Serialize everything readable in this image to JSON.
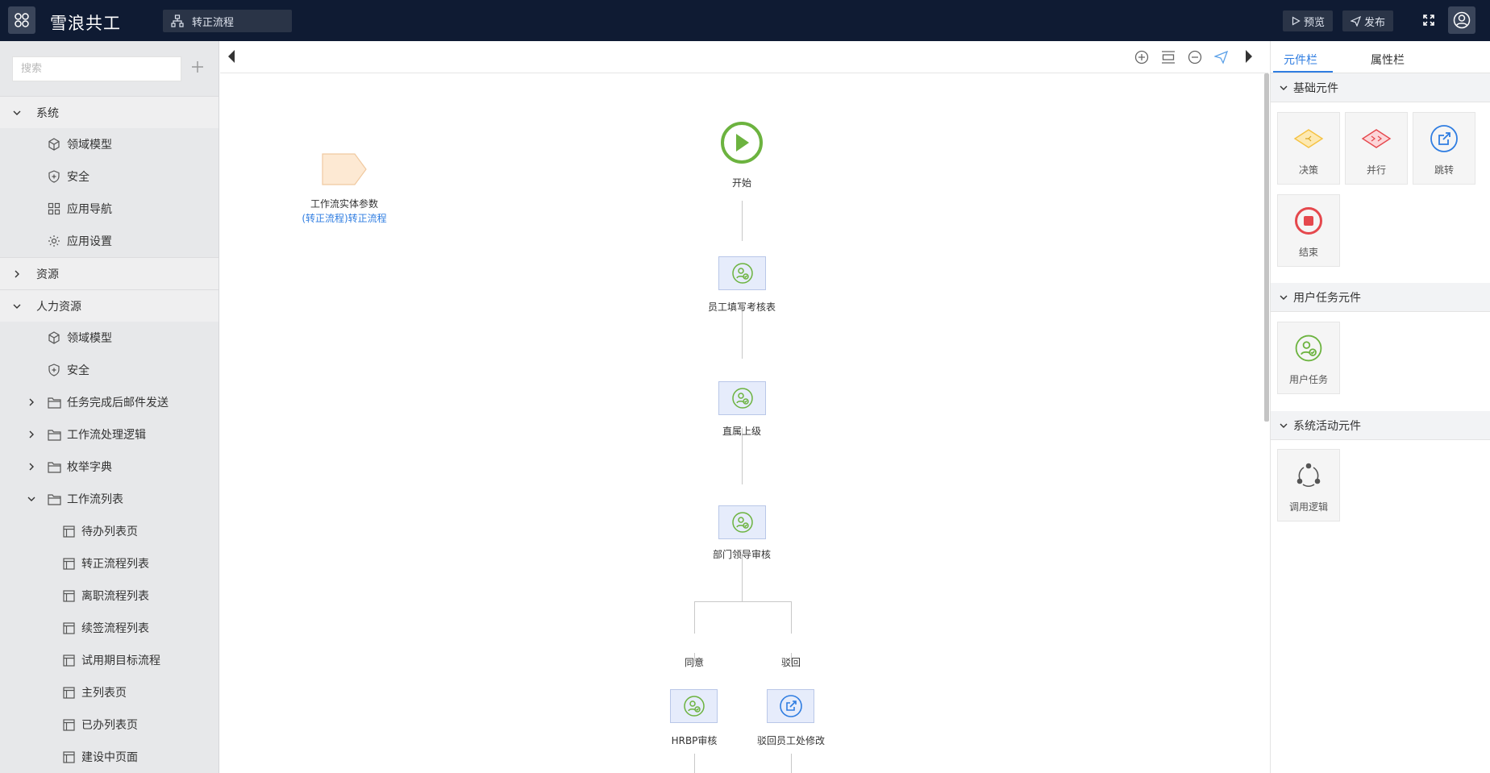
{
  "app": {
    "brand": "雪浪共工",
    "breadcrumb": "转正流程"
  },
  "header": {
    "preview_label": "预览",
    "publish_label": "发布"
  },
  "search": {
    "placeholder": "搜索"
  },
  "tree": [
    {
      "label": "系统",
      "level": 0,
      "expanded": true,
      "icon": "chevron-down"
    },
    {
      "label": "领域模型",
      "level": 1,
      "icon": "cube-icon"
    },
    {
      "label": "安全",
      "level": 1,
      "icon": "shield-plus-icon"
    },
    {
      "label": "应用导航",
      "level": 1,
      "icon": "grid-icon"
    },
    {
      "label": "应用设置",
      "level": 1,
      "icon": "gear-icon"
    },
    {
      "label": "资源",
      "level": 0,
      "expanded": false,
      "icon": "chevron-right"
    },
    {
      "label": "人力资源",
      "level": 0,
      "expanded": true,
      "icon": "chevron-down"
    },
    {
      "label": "领域模型",
      "level": 1,
      "icon": "cube-icon"
    },
    {
      "label": "安全",
      "level": 1,
      "icon": "shield-plus-icon"
    },
    {
      "label": "任务完成后邮件发送",
      "level": 1,
      "icon": "folder-icon",
      "collapsible": "closed"
    },
    {
      "label": "工作流处理逻辑",
      "level": 1,
      "icon": "folder-icon",
      "collapsible": "closed"
    },
    {
      "label": "枚举字典",
      "level": 1,
      "icon": "folder-icon",
      "collapsible": "closed"
    },
    {
      "label": "工作流列表",
      "level": 1,
      "icon": "folder-icon",
      "collapsible": "open"
    },
    {
      "label": "待办列表页",
      "level": 2,
      "icon": "table-icon"
    },
    {
      "label": "转正流程列表",
      "level": 2,
      "icon": "table-icon"
    },
    {
      "label": "离职流程列表",
      "level": 2,
      "icon": "table-icon"
    },
    {
      "label": "续签流程列表",
      "level": 2,
      "icon": "table-icon"
    },
    {
      "label": "试用期目标流程",
      "level": 2,
      "icon": "table-icon"
    },
    {
      "label": "主列表页",
      "level": 2,
      "icon": "table-icon"
    },
    {
      "label": "已办列表页",
      "level": 2,
      "icon": "table-icon"
    },
    {
      "label": "建设中页面",
      "level": 2,
      "icon": "table-icon"
    }
  ],
  "flow": {
    "entity_params": {
      "title": "工作流实体参数",
      "link": "(转正流程)转正流程"
    },
    "start": "开始",
    "tasks": [
      "员工填写考核表",
      "直属上级",
      "部门领导审核"
    ],
    "branches": [
      {
        "condition": "同意",
        "node": "HRBP审核",
        "kind": "user-task"
      },
      {
        "condition": "驳回",
        "node": "驳回员工处修改",
        "kind": "jump"
      }
    ]
  },
  "right_panel": {
    "tabs": [
      "元件栏",
      "属性栏"
    ],
    "active_tab": "元件栏",
    "sections": [
      {
        "title": "基础元件",
        "items": [
          "决策",
          "并行",
          "跳转",
          "结束"
        ]
      },
      {
        "title": "用户任务元件",
        "items": [
          "用户任务"
        ]
      },
      {
        "title": "系统活动元件",
        "items": [
          "调用逻辑"
        ]
      }
    ]
  },
  "colors": {
    "topbar": "#0f1b33",
    "accent": "#2f7de1",
    "start_green": "#6cb33f",
    "end_red": "#e5484d",
    "decision_yellow": "#f5c242"
  }
}
